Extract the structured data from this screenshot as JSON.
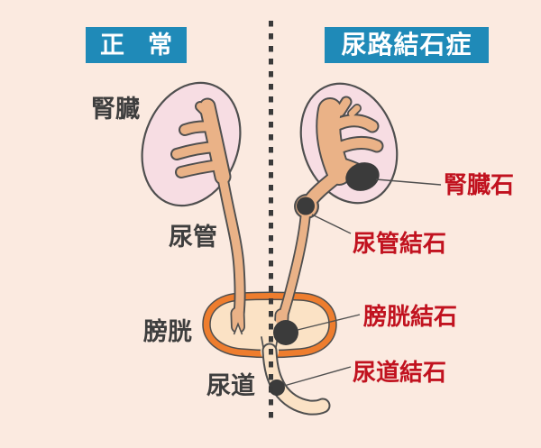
{
  "header": {
    "left_title": "正常",
    "right_title": "尿路結石症"
  },
  "organ_labels": {
    "kidney": "腎臓",
    "ureter": "尿管",
    "bladder": "膀胱",
    "urethra": "尿道"
  },
  "stone_labels": {
    "kidney_stone": "腎臓石",
    "ureter_stone": "尿管結石",
    "bladder_stone": "膀胱結石",
    "urethra_stone": "尿道結石"
  },
  "colors": {
    "background": "#fbeae0",
    "header_bg": "#1f8ab8",
    "header_text": "#ffffff",
    "label_text": "#3e3e3e",
    "stone_label_text": "#c1121f",
    "kidney_fill": "#f7dde3",
    "tract_fill": "#eab287",
    "bladder_fill": "#fbe2c5",
    "bladder_ring": "#ee7d2e",
    "stone": "#3b3b3b",
    "outline": "#4f4f4f",
    "divider": "#3a3a3a"
  }
}
